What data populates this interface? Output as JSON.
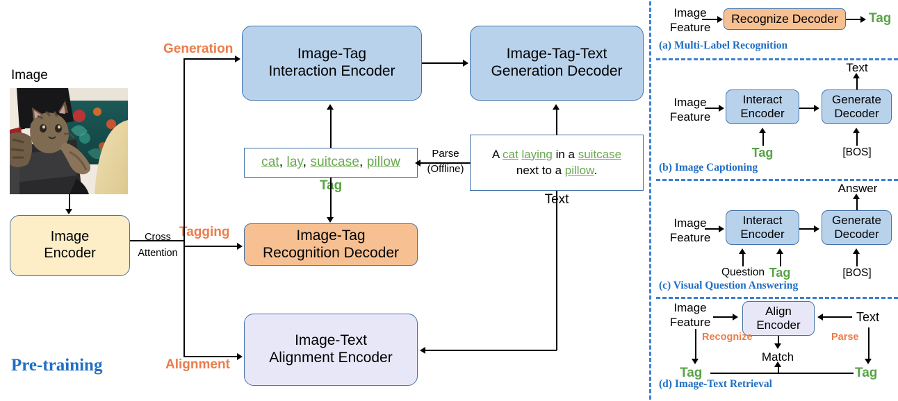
{
  "left_panel": {
    "section_label": "Pre-training",
    "image_label": "Image",
    "image_caption_alt": "photo of a tabby kitten resting on a black suitcase next to a pillow",
    "edge_labels": {
      "generation": "Generation",
      "tagging": "Tagging",
      "alignment": "Alignment",
      "cross": "Cross",
      "attention": "Attention",
      "parse": "Parse",
      "offline": "(Offline)"
    },
    "boxes": {
      "image_encoder": "Image\nEncoder",
      "image_encoder_l1": "Image",
      "image_encoder_l2": "Encoder",
      "interaction_encoder_l1": "Image-Tag",
      "interaction_encoder_l2": "Interaction Encoder",
      "generation_decoder_l1": "Image-Tag-Text",
      "generation_decoder_l2": "Generation Decoder",
      "recognition_decoder_l1": "Image-Tag",
      "recognition_decoder_l2": "Recognition Decoder",
      "alignment_encoder_l1": "Image-Text",
      "alignment_encoder_l2": "Alignment Encoder"
    },
    "tag_box": {
      "label": "Tag",
      "tags": [
        "cat",
        "lay",
        "suitcase",
        "pillow"
      ],
      "separator": ", "
    },
    "text_box": {
      "label": "Text",
      "line1_parts": [
        {
          "t": "A ",
          "tag": false
        },
        {
          "t": "cat",
          "tag": true
        },
        {
          "t": " ",
          "tag": false
        },
        {
          "t": "laying",
          "tag": true
        },
        {
          "t": " in a ",
          "tag": false
        },
        {
          "t": "suitcase",
          "tag": true
        }
      ],
      "line2_parts": [
        {
          "t": "next to a ",
          "tag": false
        },
        {
          "t": "pillow",
          "tag": true
        },
        {
          "t": ".",
          "tag": false
        }
      ]
    }
  },
  "right_panel": {
    "sections": [
      {
        "id": "a",
        "caption": "(a) Multi-Label Recognition",
        "input_l1": "Image",
        "input_l2": "Feature",
        "box": "Recognize Decoder",
        "output": "Tag"
      },
      {
        "id": "b",
        "caption": "(b) Image Captioning",
        "input_l1": "Image",
        "input_l2": "Feature",
        "box1_l1": "Interact",
        "box1_l2": "Encoder",
        "box2_l1": "Generate",
        "box2_l2": "Decoder",
        "under_box1": "Tag",
        "under_box2": "[BOS]",
        "output": "Text"
      },
      {
        "id": "c",
        "caption": "(c) Visual Question Answering",
        "input_l1": "Image",
        "input_l2": "Feature",
        "box1_l1": "Interact",
        "box1_l2": "Encoder",
        "box2_l1": "Generate",
        "box2_l2": "Decoder",
        "under_box1_a": "Question",
        "under_box1_b": "Tag",
        "under_box2": "[BOS]",
        "output": "Answer"
      },
      {
        "id": "d",
        "caption": "(d) Image-Text Retrieval",
        "input_l1": "Image",
        "input_l2": "Feature",
        "box_l1": "Align",
        "box_l2": "Encoder",
        "right_input": "Text",
        "left_edge": "Recognize",
        "right_edge": "Parse",
        "center": "Match",
        "tag_left": "Tag",
        "tag_right": "Tag"
      }
    ]
  },
  "colors": {
    "box_border": "#4472a8",
    "blue_fill": "#b9d2ec",
    "orange_fill": "#f6c092",
    "cream_fill": "#fdeec8",
    "lavender_fill": "#e7e7f8",
    "orange_text": "#ec7c4b",
    "green_text": "#57a346",
    "blue_text": "#1f6fc4",
    "tag_green": "#6aa84f",
    "divider": "#3f7fd0"
  }
}
